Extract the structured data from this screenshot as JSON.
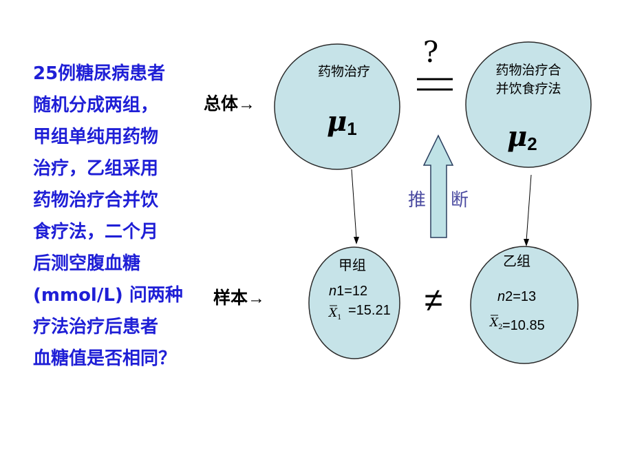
{
  "question_lines": [
    "25例糖尿病患者",
    "随机分成两组，",
    "甲组单纯用药物",
    "治疗，乙组采用",
    "药物治疗合并饮",
    "食疗法，二个月",
    "后测空腹血糖",
    "(mmol/L) 问两种",
    "疗法治疗后患者",
    "血糖值是否相同？"
  ],
  "labels": {
    "population": "总体→",
    "sample": "样本→"
  },
  "population_1": {
    "title": "药物治疗",
    "symbol": "μ",
    "subscript": "1"
  },
  "population_2": {
    "title_line1": "药物治疗合",
    "title_line2": "并饮食疗法",
    "symbol": "μ",
    "subscript": "2"
  },
  "sample_1": {
    "title": "甲组",
    "n_var": "n",
    "n_rest": "1=12",
    "mean_symbol": "X",
    "mean_sub": "1",
    "mean_value": "=15.21"
  },
  "sample_2": {
    "title": "乙组",
    "n_var": "n",
    "n_rest": "2=13",
    "mean_symbol": "X",
    "mean_sub": "2",
    "mean_value": "=10.85"
  },
  "question_mark": "?",
  "equal_sign": "=",
  "not_equal_sign": "≠",
  "inference": {
    "char1": "推",
    "char2": "断"
  },
  "colors": {
    "circle_fill": "#c6e3e8",
    "circle_stroke": "#2a2a2a",
    "question_text": "#1f1fd6",
    "inference_text": "#4a4aa0",
    "arrow_fill": "#bfe2e6",
    "arrow_stroke": "#2a3e5e"
  }
}
